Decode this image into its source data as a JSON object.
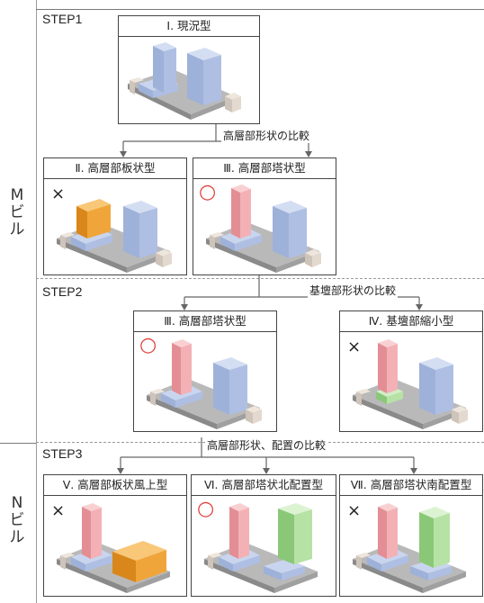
{
  "sidebar": {
    "m_building": "Mビル",
    "n_building": "Nビル"
  },
  "steps": {
    "step1": "STEP1",
    "step2": "STEP2",
    "step3": "STEP3"
  },
  "connectors": {
    "c1": "高層部形状の比較",
    "c2": "基壇部形状の比較",
    "c3": "高層部形状、配置の比較"
  },
  "boxes": {
    "b1": {
      "title": "Ⅰ. 現況型",
      "mark": ""
    },
    "b2": {
      "title": "Ⅱ. 高層部板状型",
      "mark": "×"
    },
    "b3": {
      "title": "Ⅲ. 高層部塔状型",
      "mark": "○"
    },
    "b4": {
      "title": "Ⅲ. 高層部塔状型",
      "mark": "○"
    },
    "b5": {
      "title": "Ⅳ. 基壇部縮小型",
      "mark": "×"
    },
    "b6": {
      "title": "Ⅴ. 高層部板状風上型",
      "mark": "×"
    },
    "b7": {
      "title": "Ⅵ. 高層部塔状北配置型",
      "mark": "○"
    },
    "b8": {
      "title": "Ⅶ. 高層部塔状南配置型",
      "mark": "×"
    }
  },
  "colors": {
    "blue": "#aebfe3",
    "pink": "#f3b1b5",
    "orange": "#f0a53a",
    "green": "#b7e2a6",
    "grey": "#e8e0d8"
  }
}
